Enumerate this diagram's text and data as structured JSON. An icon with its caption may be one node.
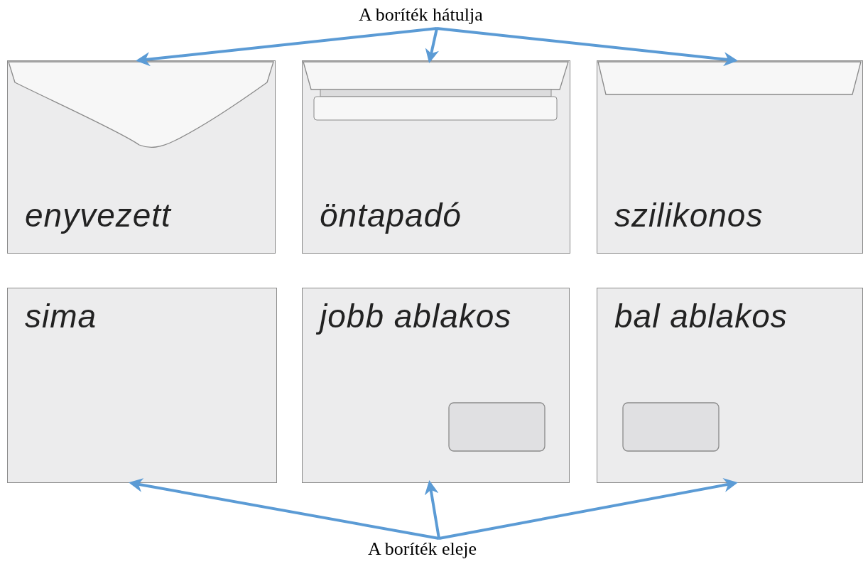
{
  "diagram": {
    "nodes": [
      {
        "text": [
          "A boríték hátulja"
        ]
      },
      {
        "text": [
          "enyvezett"
        ]
      },
      {
        "text": [
          "öntapadó"
        ]
      },
      {
        "text": [
          "szilikonos"
        ]
      },
      {
        "text": [
          "sima"
        ]
      },
      {
        "text": [
          "jobb ablakos"
        ]
      },
      {
        "text": [],
        "shape": "box",
        "in": 5
      },
      {
        "text": [
          "bal ablakos"
        ]
      },
      {
        "text": [],
        "shape": "box",
        "in": 7
      },
      {
        "text": [
          "A boríték eleje"
        ]
      }
    ],
    "edges": [
      {
        "from": 0,
        "to": 1,
        "arrow": "to"
      },
      {
        "from": 0,
        "to": 2,
        "arrow": "to"
      },
      {
        "from": 0,
        "to": 3,
        "arrow": "to"
      },
      {
        "from": 9,
        "to": 4,
        "arrow": "to"
      },
      {
        "from": 9,
        "to": 5,
        "arrow": "to"
      },
      {
        "from": 9,
        "to": 7,
        "arrow": "to"
      }
    ]
  }
}
